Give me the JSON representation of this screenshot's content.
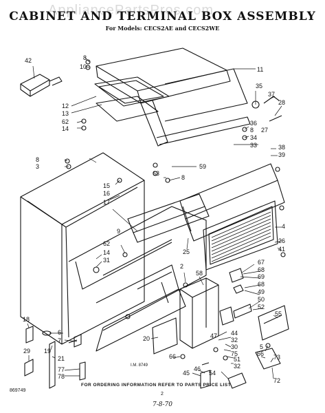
{
  "watermark": "AppliancePartsPros.com",
  "title": "CABINET AND TERMINAL BOX ASSEMBLY",
  "subtitle": "For Models: CECS2AE and CECS2WE",
  "drawing_ref": "I.M. 8749",
  "doc_number": "869749",
  "footer_note": "FOR ORDERING INFORMATION REFER TO PARTS PRICE LIST",
  "page_number": "2",
  "handwritten_date": "7-8-70",
  "part_labels": [
    "42",
    "8",
    "10",
    "11",
    "35",
    "37",
    "28",
    "12",
    "13",
    "62",
    "14",
    "36",
    "8",
    "27",
    "34",
    "33",
    "38",
    "39",
    "8",
    "3",
    "59",
    "63",
    "8",
    "15",
    "16",
    "17",
    "4",
    "26",
    "41",
    "62",
    "14",
    "31",
    "25",
    "2",
    "67",
    "68",
    "69",
    "68",
    "49",
    "50",
    "52",
    "55",
    "58",
    "18",
    "6",
    "7",
    "19",
    "21",
    "29",
    "77",
    "78",
    "20",
    "47",
    "44",
    "32",
    "30",
    "75",
    "51",
    "32",
    "5",
    "66",
    "73",
    "46",
    "66",
    "45",
    "54",
    "72",
    "9"
  ]
}
